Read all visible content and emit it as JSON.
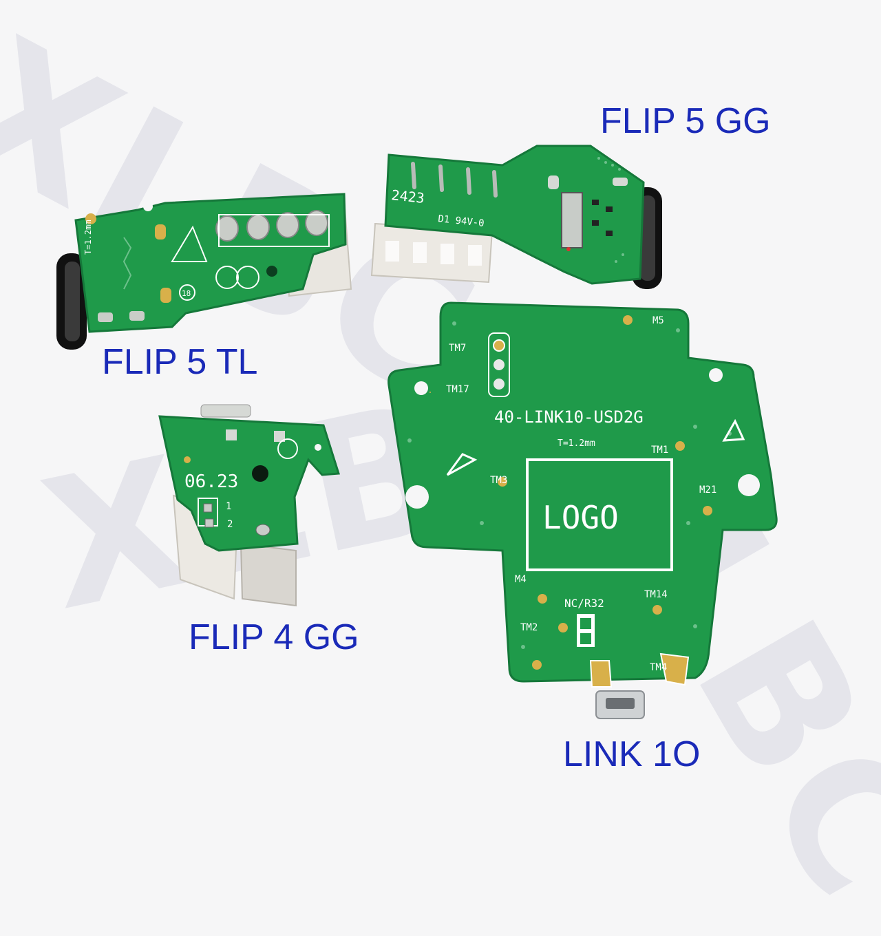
{
  "watermark": {
    "text": "XLBC"
  },
  "labels": {
    "flip5gg": "FLIP 5 GG",
    "flip5tl": "FLIP 5 TL",
    "flip4gg": "FLIP 4 GG",
    "link10": "LINK 1O"
  },
  "board_text": {
    "link10_part": "40-LINK10-USD2G",
    "link10_thickness": "T=1.2mm",
    "link10_logo": "LOGO",
    "link10_m5": "M5",
    "link10_tm7": "TM7",
    "link10_tm17": "TM17",
    "link10_tm1": "TM1",
    "link10_tm3": "TM3",
    "link10_m21": "M21",
    "link10_m4": "M4",
    "link10_nc": "NC/R32",
    "link10_tm14": "TM14",
    "link10_tm2": "TM2",
    "link10_tm4": "TM4",
    "flip4_date": "06.23",
    "flip4_pin1": "1",
    "flip4_pin2": "2",
    "flip5gg_code": "2423",
    "flip5gg_rating": "D1 94V-0",
    "flip5tl_thk": "T=1.2mm",
    "flip5tl_18": "18"
  },
  "colors": {
    "pcb": "#1f9a4a",
    "pcb_dark": "#15783a",
    "label_blue": "#1a2ab8",
    "background": "#f6f6f7"
  }
}
